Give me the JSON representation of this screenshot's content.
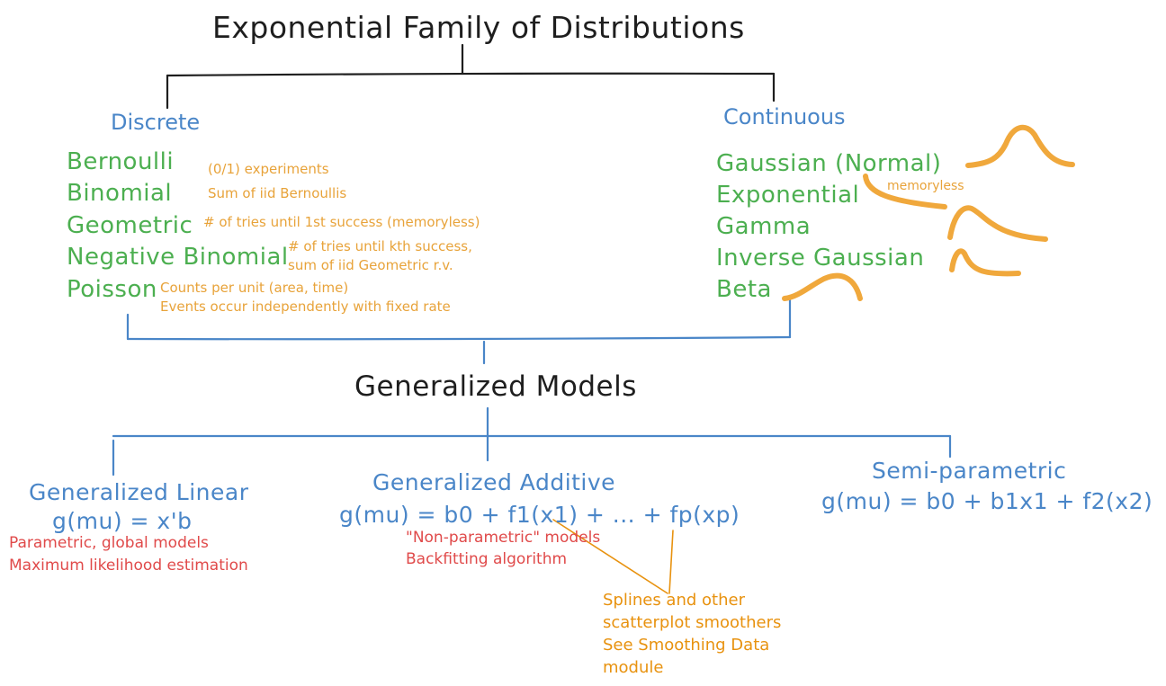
{
  "title": "Exponential Family of Distributions",
  "discrete": {
    "header": "Discrete",
    "items": [
      {
        "name": "Bernoulli",
        "note": "(0/1) experiments"
      },
      {
        "name": "Binomial",
        "note": "Sum of iid Bernoullis"
      },
      {
        "name": "Geometric",
        "note": "# of tries until 1st success (memoryless)"
      },
      {
        "name": "Negative Binomial",
        "note_line1": "# of tries until kth success,",
        "note_line2": "sum of iid Geometric r.v."
      },
      {
        "name": "Poisson",
        "note_line1": "Counts per unit (area, time)",
        "note_line2": "Events occur independently with fixed rate"
      }
    ]
  },
  "continuous": {
    "header": "Continuous",
    "items": [
      {
        "name": "Gaussian (Normal)"
      },
      {
        "name": "Exponential",
        "note": "memoryless"
      },
      {
        "name": "Gamma"
      },
      {
        "name": "Inverse Gaussian"
      },
      {
        "name": "Beta"
      }
    ]
  },
  "models": {
    "title": "Generalized Models",
    "linear": {
      "header": "Generalized Linear",
      "formula": "g(mu) = x'b",
      "note1": "Parametric, global models",
      "note2": "Maximum likelihood estimation"
    },
    "additive": {
      "header": "Generalized Additive",
      "formula": "g(mu) = b0 + f1(x1) + ... + fp(xp)",
      "note1": "\"Non-parametric\" models",
      "note2": "Backfitting algorithm",
      "callout": [
        "Splines and other",
        "scatterplot smoothers",
        "See Smoothing Data",
        "module"
      ]
    },
    "semi": {
      "header": "Semi-parametric",
      "formula": "g(mu) = b0 + b1x1 + f2(x2)"
    }
  },
  "colors": {
    "ink": "#1e1e1e",
    "blue": "#4a86c8",
    "green": "#4caf50",
    "orange": "#e8a33a",
    "red": "#e04a4a"
  }
}
